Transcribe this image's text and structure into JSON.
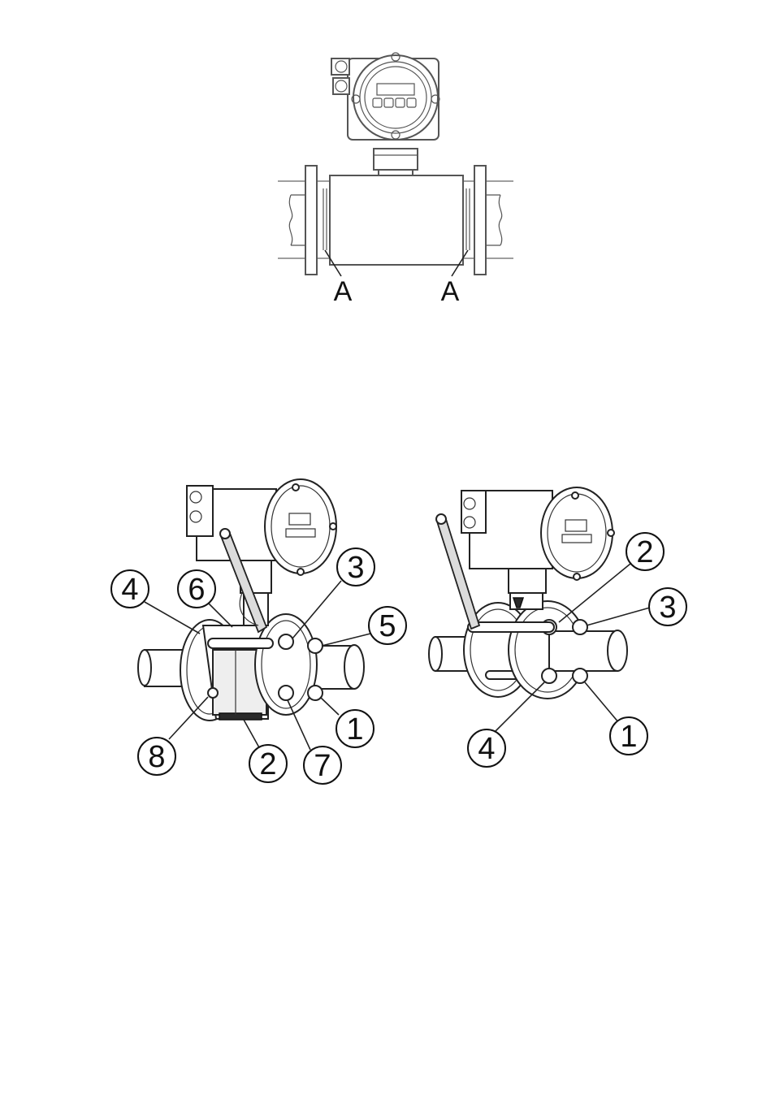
{
  "top_figure": {
    "labels": [
      "A",
      "A"
    ]
  },
  "left_figure": {
    "callouts": [
      "1",
      "2",
      "3",
      "4",
      "5",
      "6",
      "7",
      "8"
    ]
  },
  "right_figure": {
    "callouts": [
      "1",
      "2",
      "3",
      "4"
    ]
  },
  "colors": {
    "line": "#222222",
    "background": "#ffffff"
  }
}
